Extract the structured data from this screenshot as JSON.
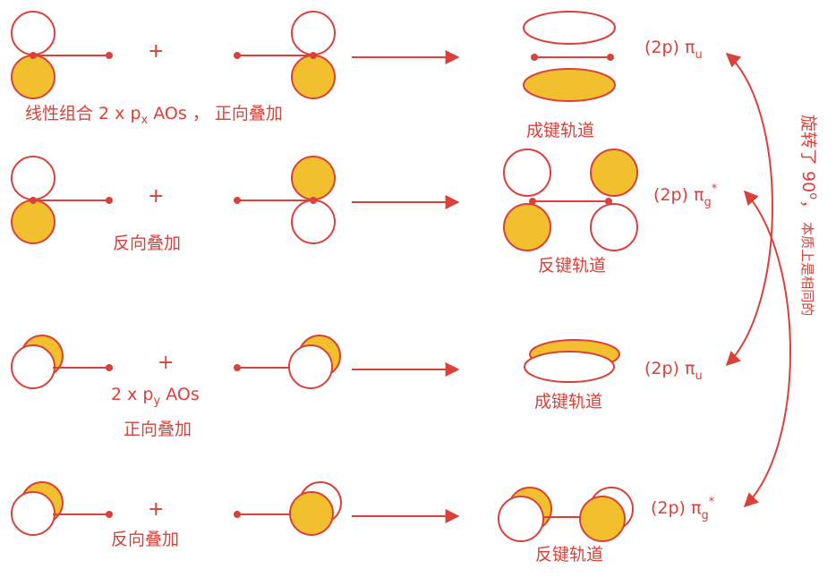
{
  "rows": [
    {
      "plus": "+",
      "caption": {
        "pre": "线性组合 2 x p",
        "sub": "x",
        "post": " AOs ， 正向叠加"
      },
      "mo_caption": "成键轨道",
      "label": {
        "base": "(2p) π",
        "sub": "u",
        "sup": ""
      }
    },
    {
      "plus": "+",
      "caption": {
        "pre": "反向叠加",
        "sub": "",
        "post": ""
      },
      "mo_caption": "反键轨道",
      "label": {
        "base": "(2p) π",
        "sub": "g",
        "sup": "*"
      }
    },
    {
      "plus": "+",
      "caption": {
        "pre": "2 x p",
        "sub": "y",
        "post": " AOs"
      },
      "caption2": "正向叠加",
      "mo_caption": "成键轨道",
      "label": {
        "base": "(2p) π",
        "sub": "u",
        "sup": ""
      }
    },
    {
      "plus": "+",
      "caption": {
        "pre": "反向叠加",
        "sub": "",
        "post": ""
      },
      "mo_caption": "反键轨道",
      "label": {
        "base": "(2p) π",
        "sub": "g",
        "sup": "*"
      }
    }
  ],
  "side_note": {
    "line1": "旋转了 90",
    "degree": "o",
    "comma": "，",
    "line2": "本质上是相同的"
  },
  "colors": {
    "red": "#d9413a",
    "gold": "#f2bf2f",
    "white": "#ffffff"
  }
}
